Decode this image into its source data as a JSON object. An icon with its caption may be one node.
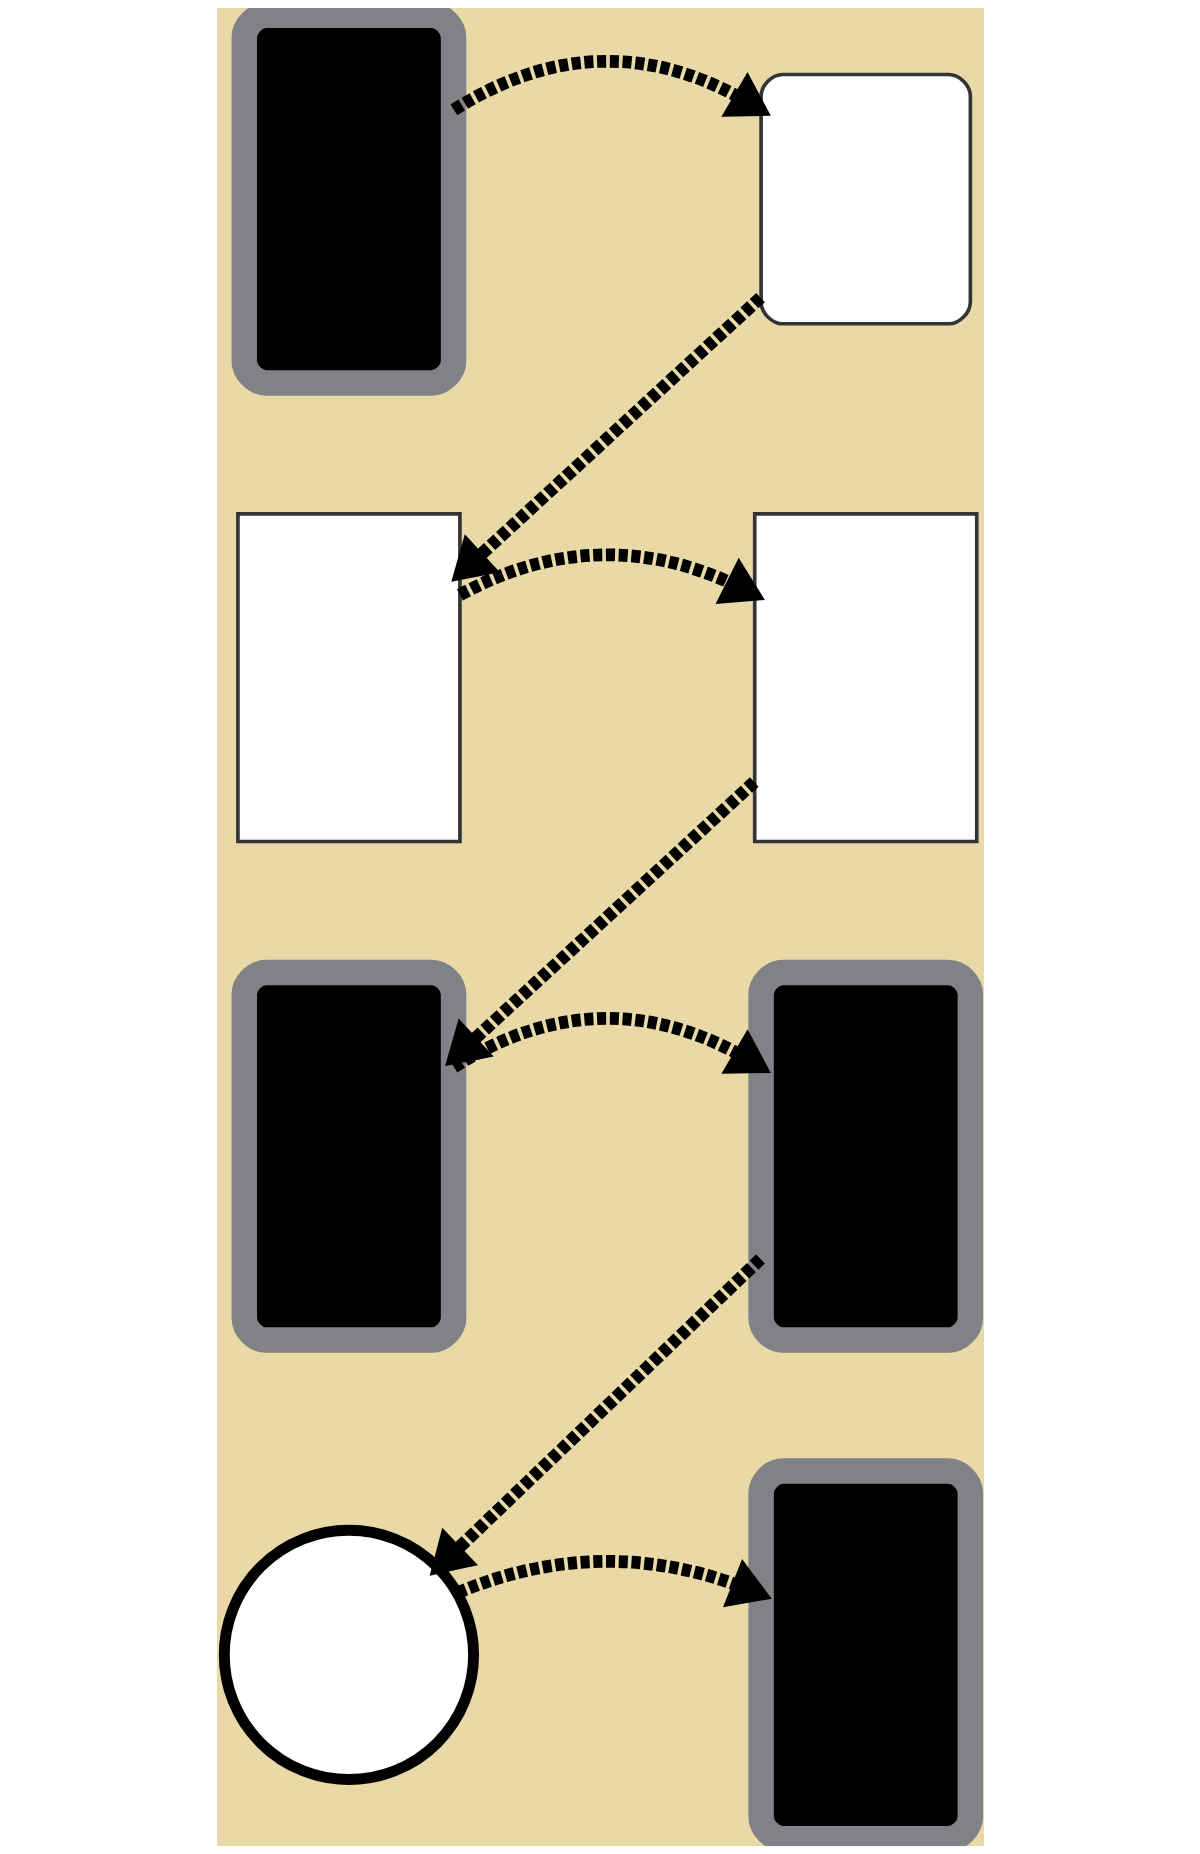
{
  "diagram": {
    "nodes": [
      {
        "text": [],
        "shape": "box"
      },
      {
        "text": [],
        "shape": "box"
      },
      {
        "text": [],
        "shape": "box"
      },
      {
        "text": [],
        "shape": "box"
      },
      {
        "text": [],
        "shape": "box"
      },
      {
        "text": [],
        "shape": "box"
      },
      {
        "text": [],
        "shape": "circle"
      },
      {
        "text": [],
        "shape": "box"
      }
    ],
    "edges": [
      {
        "from": 0,
        "to": 1,
        "arrow": "to",
        "style": "dashed"
      },
      {
        "from": 1,
        "to": 2,
        "arrow": "to",
        "style": "dashed"
      },
      {
        "from": 2,
        "to": 3,
        "arrow": "to",
        "style": "dashed"
      },
      {
        "from": 3,
        "to": 4,
        "arrow": "to",
        "style": "dashed"
      },
      {
        "from": 4,
        "to": 5,
        "arrow": "to",
        "style": "dashed"
      },
      {
        "from": 5,
        "to": 6,
        "arrow": "to",
        "style": "dashed"
      },
      {
        "from": 6,
        "to": 7,
        "arrow": "to",
        "style": "dashed"
      }
    ]
  }
}
